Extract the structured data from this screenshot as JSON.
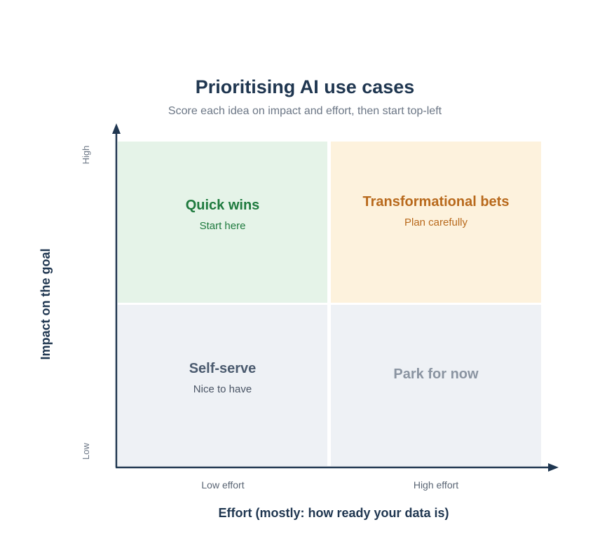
{
  "title": "Prioritising AI use cases",
  "subtitle": "Score each idea on impact and effort, then start top-left",
  "y_axis": {
    "title": "Impact on the goal",
    "high_label": "High",
    "low_label": "Low"
  },
  "x_axis": {
    "title": "Effort (mostly: how ready your data is)",
    "low_label": "Low effort",
    "high_label": "High effort"
  },
  "quadrants": {
    "top_left": {
      "heading": "Quick wins",
      "note": "Start here",
      "fill": "#e5f3e8",
      "text_color": "#1e7a3e"
    },
    "top_right": {
      "heading": "Transformational bets",
      "note": "Plan carefully",
      "fill": "#fdf2dd",
      "text_color": "#b8691c"
    },
    "bottom_left": {
      "heading": "Self-serve",
      "note": "Nice to have",
      "fill": "#eef1f5",
      "text_color": "#4a5a6e"
    },
    "bottom_right": {
      "heading": "Park for now",
      "fill": "#eef1f5",
      "text_color": "#8a94a1"
    }
  },
  "colors": {
    "axis": "#1f3650",
    "title": "#1f3650",
    "muted_text": "#6b7685"
  }
}
